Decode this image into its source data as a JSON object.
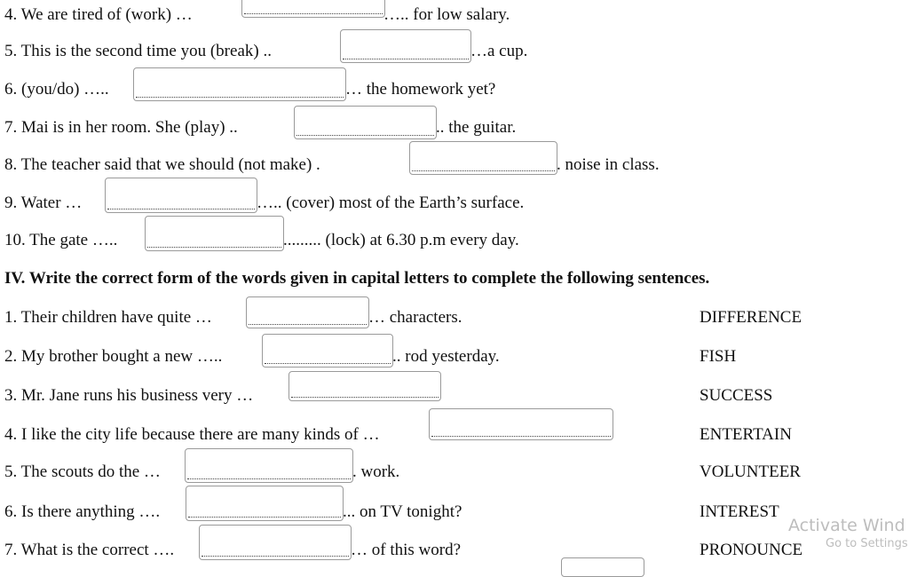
{
  "section3": {
    "items": [
      {
        "before": "4. We are tired of (work) …",
        "after": "….. for low salary."
      },
      {
        "before": "5. This is the second time you (break) ..",
        "after": "…a cup."
      },
      {
        "before": "6. (you/do) …..",
        "after": "… the homework yet?"
      },
      {
        "before": "7. Mai is in her room. She (play) ..",
        "after": ".. the guitar."
      },
      {
        "before": "8. The teacher said that we should (not make) .",
        "after": ". noise in class."
      },
      {
        "before": "9. Water …",
        "after": "….. (cover) most of the Earth’s surface."
      },
      {
        "before": "10. The gate …..",
        "after": "......... (lock) at 6.30 p.m every day."
      }
    ]
  },
  "section4": {
    "heading": "IV. Write the correct form of the words given in capital letters to complete the following sentences.",
    "items": [
      {
        "before": "1. Their children have quite …",
        "after": "… characters.",
        "word": "DIFFERENCE"
      },
      {
        "before": "2. My brother bought a new …..",
        "after": ".. rod yesterday.",
        "word": "FISH"
      },
      {
        "before": "3. Mr. Jane runs his business very …",
        "after": "",
        "word": "SUCCESS"
      },
      {
        "before": "4. I like the city life because there are many kinds of …",
        "after": "",
        "word": "ENTERTAIN"
      },
      {
        "before": "5. The scouts do the …",
        "after": ". work.",
        "word": "VOLUNTEER"
      },
      {
        "before": "6. Is there anything ….",
        "after": "... on TV tonight?",
        "word": "INTEREST"
      },
      {
        "before": "7. What is the correct ….",
        "after": "… of this word?",
        "word": "PRONOUNCE"
      }
    ]
  },
  "watermark": {
    "line1": "Activate Wind",
    "line2": "Go to Settings to a"
  }
}
